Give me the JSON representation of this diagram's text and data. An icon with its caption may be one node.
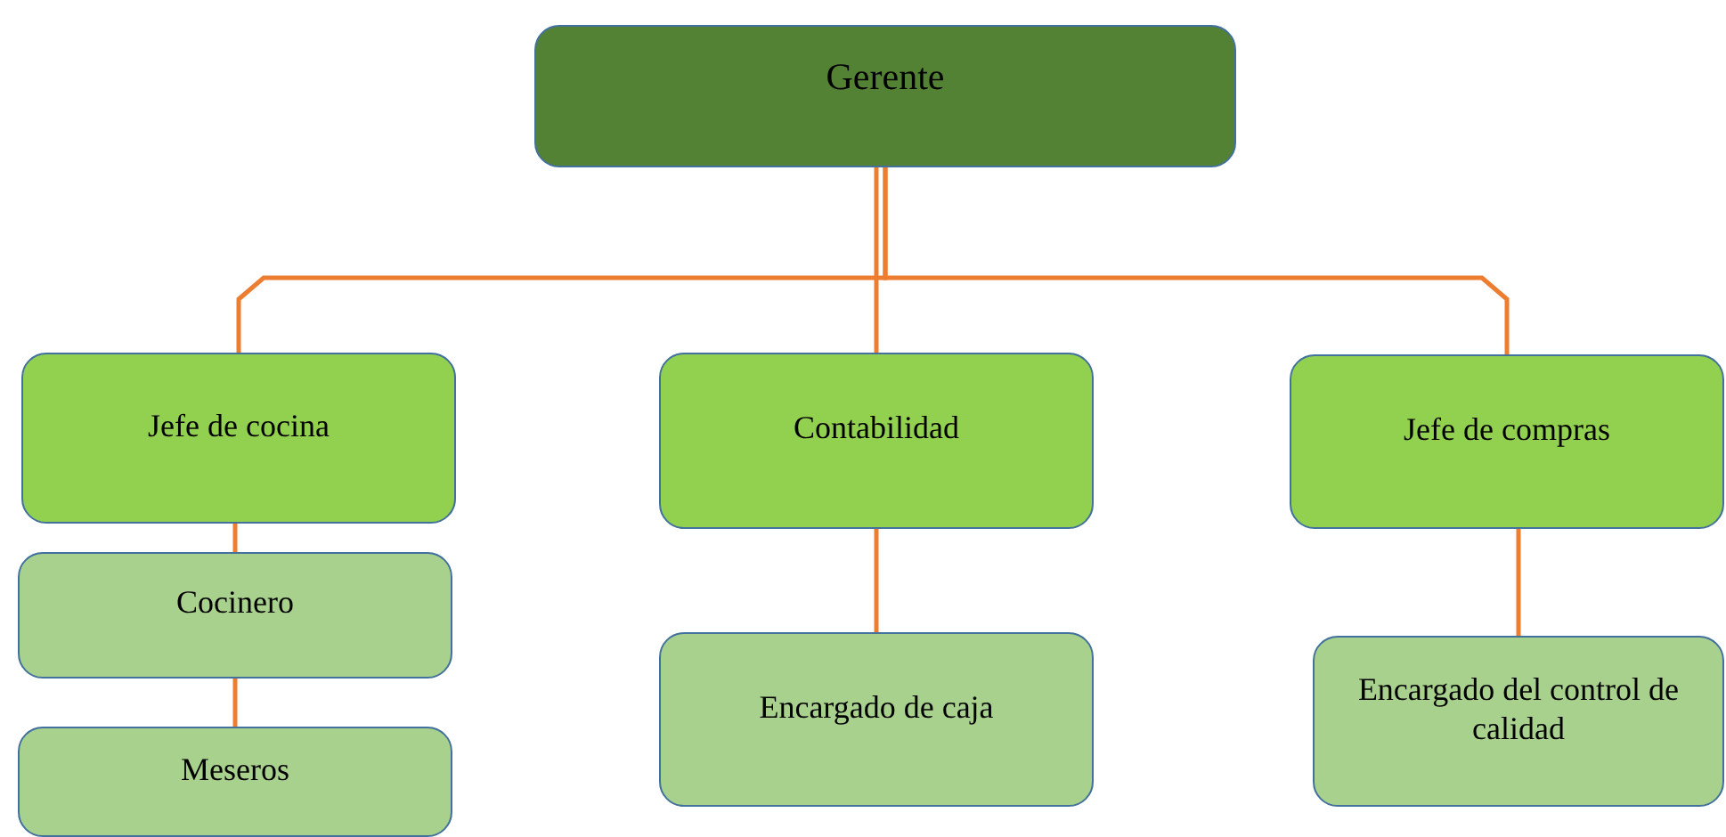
{
  "diagram": {
    "nodes": [
      {
        "text": [
          "Gerente"
        ]
      },
      {
        "text": [
          "Jefe de cocina"
        ]
      },
      {
        "text": [
          "Contabilidad"
        ]
      },
      {
        "text": [
          "Jefe de compras"
        ]
      },
      {
        "text": [
          "Cocinero"
        ]
      },
      {
        "text": [
          "Meseros"
        ]
      },
      {
        "text": [
          "Encargado de caja"
        ]
      },
      {
        "text": [
          "Encargado del control de calidad"
        ]
      }
    ],
    "edges": [
      {
        "from": 0,
        "to": 1,
        "arrow": "none"
      },
      {
        "from": 0,
        "to": 2,
        "arrow": "none"
      },
      {
        "from": 0,
        "to": 3,
        "arrow": "none"
      },
      {
        "from": 1,
        "to": 4,
        "arrow": "none"
      },
      {
        "from": 4,
        "to": 5,
        "arrow": "none"
      },
      {
        "from": 2,
        "to": 6,
        "arrow": "none"
      },
      {
        "from": 3,
        "to": 7,
        "arrow": "none"
      }
    ]
  }
}
